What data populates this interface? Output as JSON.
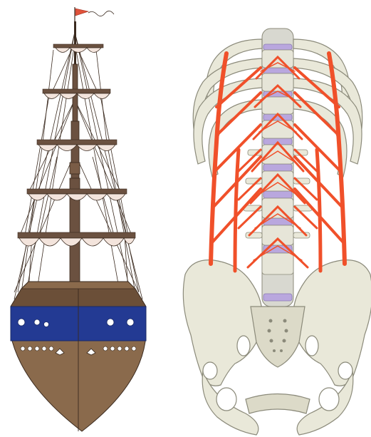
{
  "figure": {
    "panels": [
      {
        "id": "ship",
        "subject": "sailing-ship-front-view"
      },
      {
        "id": "spine",
        "subject": "lumbar-spine-and-pelvis-with-muscles"
      }
    ]
  },
  "colors": {
    "hull_brown": "#8a6a4c",
    "hull_dark": "#6b4f38",
    "hull_band": "#233a93",
    "sail": "#f3e4dc",
    "rigging": "#3a2a1f",
    "mast": "#6b5140",
    "flag": "#e0523a",
    "bone": "#e9e8d9",
    "bone_shade": "#cfcdb9",
    "bone_outline": "#8b8a7a",
    "disc": "#b9a7de",
    "muscle": "#f0502a"
  }
}
